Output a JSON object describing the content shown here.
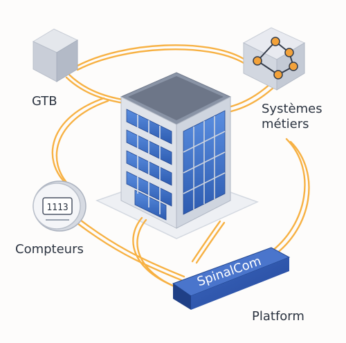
{
  "labels": {
    "gtb": "GTB",
    "systemes_line1": "Systèmes",
    "systemes_line2": "métiers",
    "compteurs": "Compteurs",
    "platform": "Platform"
  },
  "platform_box": {
    "text": "SpinalCom"
  },
  "meter": {
    "display": "1113"
  },
  "colors": {
    "cable": "#f7b143",
    "building_face": "#dfe3ea",
    "glass": "#3f6fc3",
    "platform": "#2f56a8",
    "node": "#f3a23a",
    "label": "#2b3340"
  },
  "icons": [
    "gtb-cube-icon",
    "network-cube-icon",
    "meter-icon",
    "building-icon"
  ]
}
